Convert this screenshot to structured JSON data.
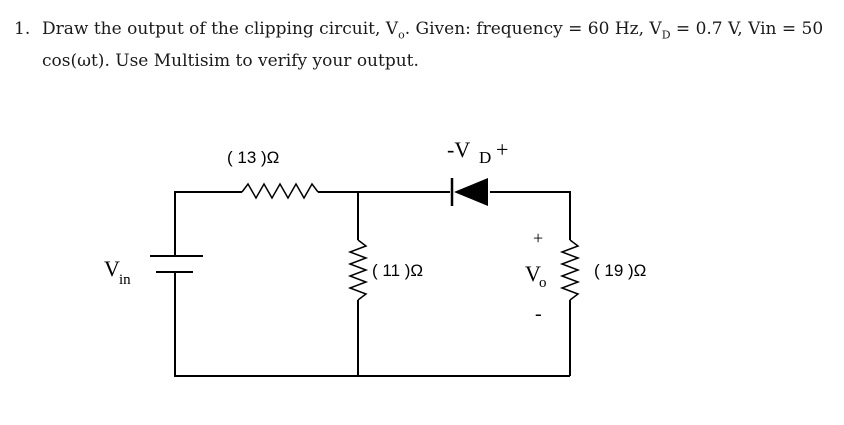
{
  "problem": {
    "number": "1.",
    "line1": "Draw the output of the clipping circuit, V",
    "line1_sub": "o",
    "line1_b": ". Given: frequency = 60 Hz, V",
    "line1_sub2": "D",
    "line1_c": " = 0.7 V, Vin = 50",
    "line2": "cos(ωt). Use Multisim to verify your output."
  },
  "circuit": {
    "r1_label": "( 13 )Ω",
    "r2_label": "( 11 )Ω",
    "r3_label": "( 19 )Ω",
    "diode_label_minus": "-V",
    "diode_label_sub": "D",
    "diode_label_plus": "+",
    "vin_label": "V",
    "vin_sub": "in",
    "vo_plus": "+",
    "vo_label": "V",
    "vo_sub": "o",
    "vo_minus": "-"
  }
}
